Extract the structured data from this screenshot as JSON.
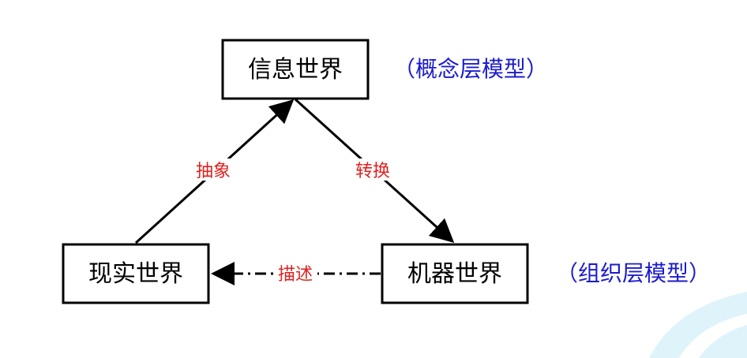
{
  "colors": {
    "background": "#ffffff",
    "box_border": "#000000",
    "box_text": "#000000",
    "edge_label": "#e02020",
    "model_note": "#1c1ccc",
    "decor_swoosh": "#dff3fb"
  },
  "nodes": {
    "info_world": {
      "label": "信息世界"
    },
    "real_world": {
      "label": "现实世界"
    },
    "machine_world": {
      "label": "机器世界"
    }
  },
  "edges": {
    "abstraction": {
      "label": "抽象"
    },
    "conversion": {
      "label": "转换"
    },
    "description": {
      "label": "描述"
    }
  },
  "notes": {
    "conceptual_model": "（概念层模型）",
    "organizational_model": "（组织层模型）"
  }
}
